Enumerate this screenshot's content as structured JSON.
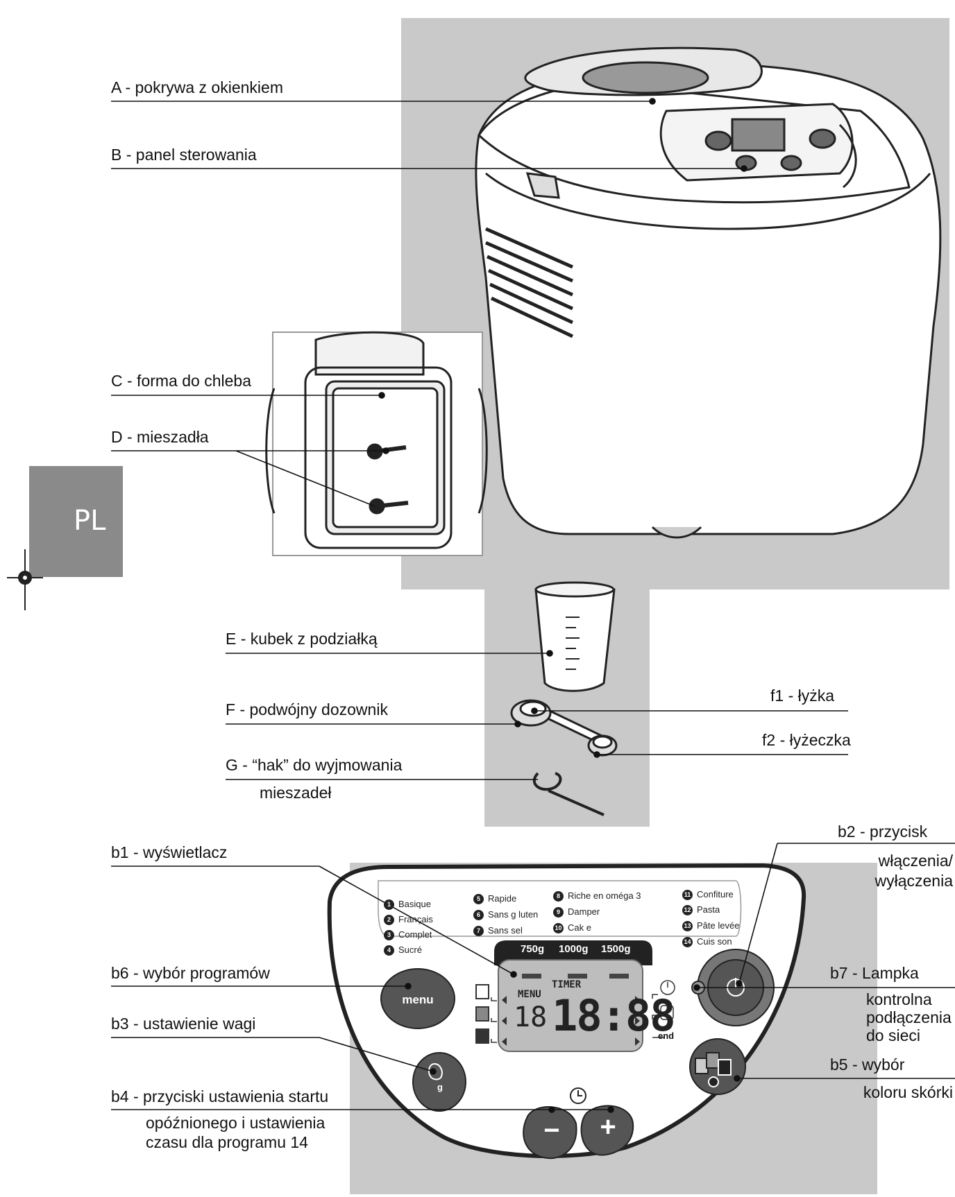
{
  "side_tab": {
    "code": "PL"
  },
  "parts": {
    "a": "A - pokrywa z okienkiem",
    "b": "B - panel sterowania",
    "c": "C - forma do chleba",
    "d": "D - mieszadła",
    "e": "E - kubek z podziałką",
    "f": "F - podwójny dozownik",
    "f1": "f1 - łyżka",
    "f2": "f2 - łyżeczka",
    "g_line1": "G - “hak” do wyjmowania",
    "g_line2": "mieszadeł"
  },
  "controls": {
    "b1": "b1 - wyświetlacz",
    "b2_line1": "b2 - przycisk",
    "b2_line2": "włączenia/",
    "b2_line3": "wyłączenia",
    "b3": "b3 - ustawienie wagi",
    "b4_line1": "b4 - przyciski ustawienia startu",
    "b4_line2": "opóźnionego i ustawienia",
    "b4_line3": "czasu dla programu 14",
    "b5_line1": "b5 - wybór",
    "b5_line2": "koloru skórki",
    "b6": "b6 - wybór programów",
    "b7_line1": "b7 - Lampka",
    "b7_line2": "kontrolna",
    "b7_line3": "podłączenia",
    "b7_line4": "do sieci"
  },
  "panel": {
    "programs": [
      {
        "n": "1",
        "name": "Basique"
      },
      {
        "n": "2",
        "name": "Français"
      },
      {
        "n": "3",
        "name": "Complet"
      },
      {
        "n": "4",
        "name": "Sucré"
      },
      {
        "n": "5",
        "name": "Rapide"
      },
      {
        "n": "6",
        "name": "Sans g luten"
      },
      {
        "n": "7",
        "name": "Sans sel"
      },
      {
        "n": "8",
        "name": "Riche en oméga 3"
      },
      {
        "n": "9",
        "name": "Damper"
      },
      {
        "n": "10",
        "name": "Cak e"
      },
      {
        "n": "11",
        "name": "Confiture"
      },
      {
        "n": "12",
        "name": "Pasta"
      },
      {
        "n": "13",
        "name": "Pâte levée"
      },
      {
        "n": "14",
        "name": "Cuis son"
      }
    ],
    "weights": [
      "750g",
      "1000g",
      "1500g"
    ],
    "lcd_menu": "MENU",
    "lcd_timer": "TIMER",
    "lcd_prog": "18",
    "lcd_time": "18:88",
    "lcd_end": "end",
    "menu_button": "menu",
    "weight_button_unit": "g",
    "minus": "−",
    "plus": "+"
  }
}
